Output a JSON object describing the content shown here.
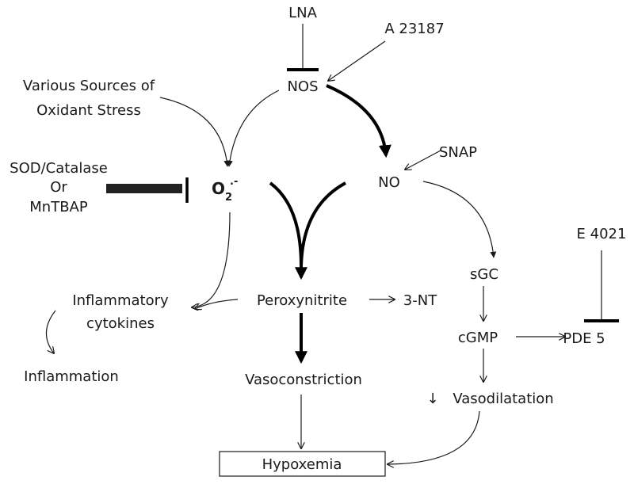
{
  "nodes": {
    "lna": "LNA",
    "a23187": "A 23187",
    "nos": "NOS",
    "various_sources_line1": "Various Sources of",
    "various_sources_line2": "Oxidant Stress",
    "sod_catalase_line1": "SOD/Catalase",
    "sod_catalase_line2": "Or",
    "sod_catalase_line3": "MnTBAP",
    "superoxide_base": "O",
    "superoxide_subscript": "2",
    "superoxide_superscript": ".-",
    "nitric_oxide": "NO",
    "snap": "SNAP",
    "sgc": "sGC",
    "cgmp": "cGMP",
    "pde5": "PDE 5",
    "e4021": "E 4021",
    "peroxynitrite": "Peroxynitrite",
    "three_nt": "3-NT",
    "inflammatory_cytokines_line1": "Inflammatory",
    "inflammatory_cytokines_line2": "cytokines",
    "inflammation": "Inflammation",
    "vasoconstriction": "Vasoconstriction",
    "vasodilatation_arrow": "↓",
    "vasodilatation": "Vasodilatation",
    "hypoxemia": "Hypoxemia"
  }
}
